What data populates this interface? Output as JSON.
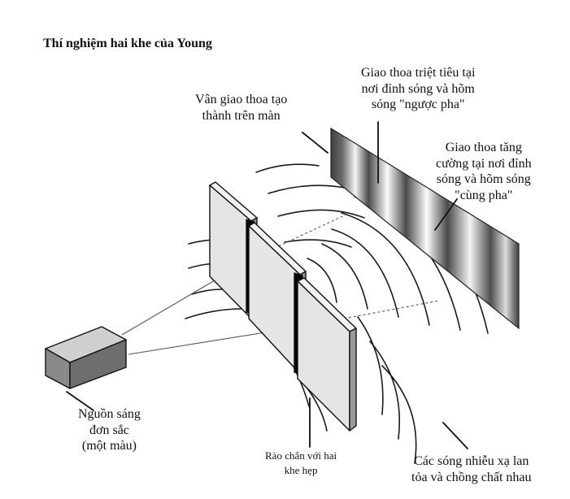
{
  "title": "Thí nghiệm hai khe của Young",
  "labels": {
    "fringes": [
      "Vân giao thoa tạo",
      "thành trên màn"
    ],
    "destructive": [
      "Giao thoa triệt tiêu tại",
      "nơi đỉnh sóng và hõm",
      "sóng \"ngược pha\""
    ],
    "constructive": [
      "Giao thoa tăng",
      "cường tại nơi đỉnh",
      "sóng và hõm sóng",
      "\"cùng pha\""
    ],
    "source": [
      "Nguồn sáng",
      "đơn sắc",
      "(một màu)"
    ],
    "barrier": [
      "Rào chắn với hai",
      "khe hẹp"
    ],
    "waves": [
      "Các sóng nhiễu xạ lan",
      "tỏa và chồng chất nhau"
    ]
  },
  "colors": {
    "ink": "#111111",
    "screen_dark": "#4a4a4a",
    "panel_face": "#e4e4e4",
    "panel_side": "#9a9a9a",
    "source_front": "#8a8a8a",
    "source_top": "#cfcfcf",
    "source_side": "#6e6e6e"
  }
}
